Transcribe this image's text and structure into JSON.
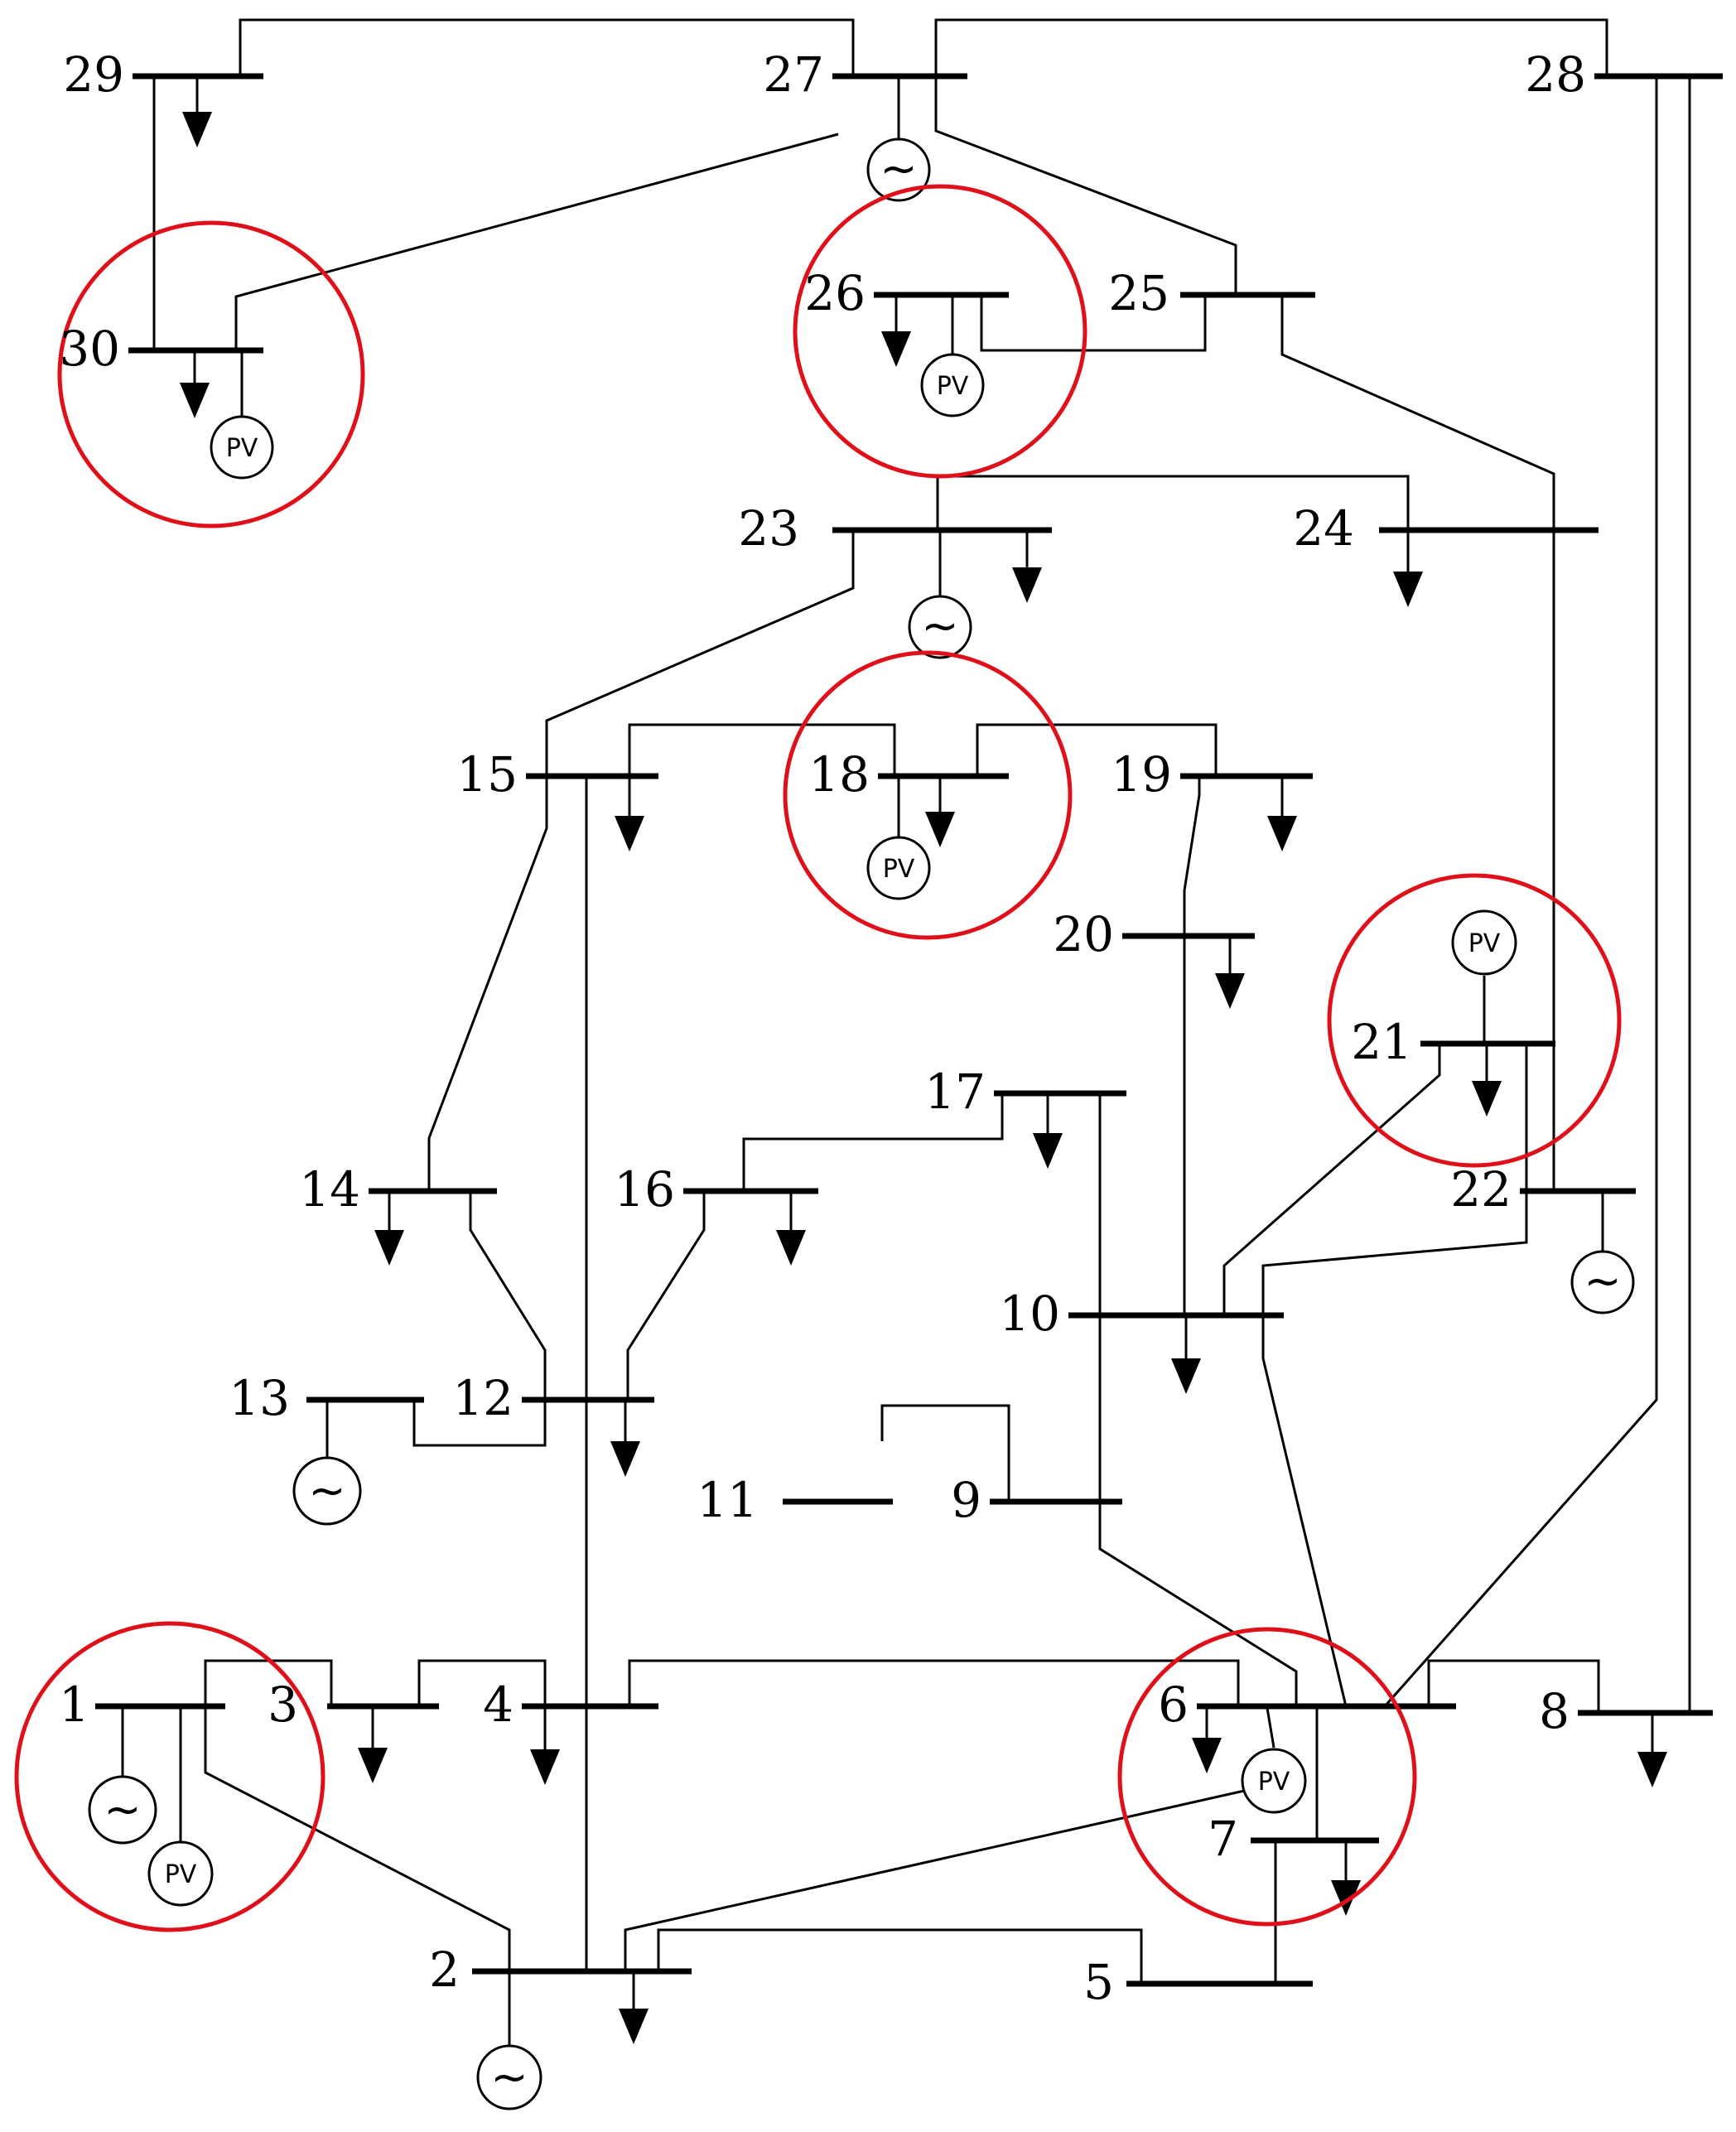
{
  "labels": {
    "b1": "1",
    "b2": "2",
    "b3": "3",
    "b4": "4",
    "b5": "5",
    "b6": "6",
    "b7": "7",
    "b8": "8",
    "b9": "9",
    "b10": "10",
    "b11": "11",
    "b12": "12",
    "b13": "13",
    "b14": "14",
    "b15": "15",
    "b16": "16",
    "b17": "17",
    "b18": "18",
    "b19": "19",
    "b20": "20",
    "b21": "21",
    "b22": "22",
    "b23": "23",
    "b24": "24",
    "b25": "25",
    "b26": "26",
    "b27": "27",
    "b28": "28",
    "b29": "29",
    "b30": "30"
  },
  "symbols": {
    "pv": "PV",
    "generator": "~"
  },
  "colors": {
    "line": "#000000",
    "highlight": "#e0101a"
  }
}
